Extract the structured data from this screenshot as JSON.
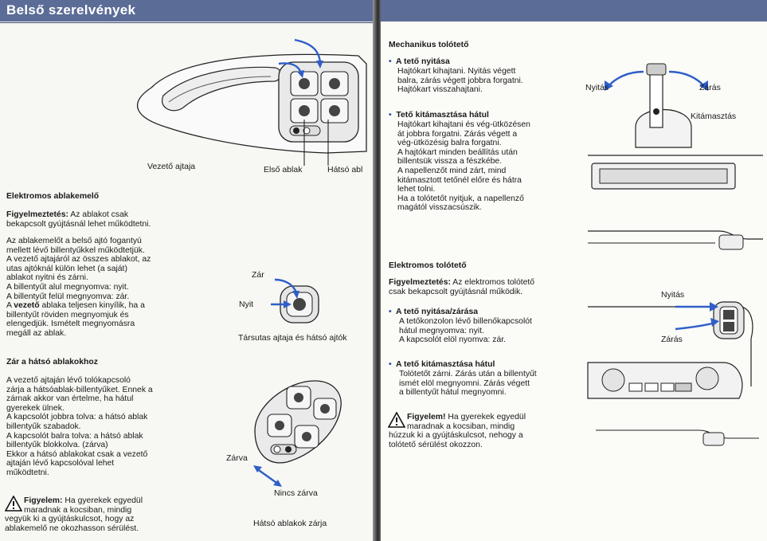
{
  "header": {
    "title": "Belső szerelvények"
  },
  "left": {
    "fig1": {
      "vezeto_ajtaja": "Vezető ajtaja",
      "elso_ablak": "Első ablak",
      "hatso_abl": "Hátsó abl"
    },
    "s1": {
      "heading": "Elektromos ablakemelő",
      "warn_label": "Figyelmeztetés:",
      "warn_rest": " Az ablakot csak",
      "warn_line2": "bekapcsolt gyújtásnál lehet működtetni."
    },
    "p1": [
      "Az ablakemelőt a belső ajtó fogantyú",
      "mellett lévő billentyűkkel működtetjük.",
      "A vezető ajtajáról az összes ablakot, az",
      "utas ajtóknál külön lehet (a saját)",
      "ablakot nyitni és zárni.",
      "A billentyűt alul megnyomva: nyit.",
      "A billentyűt felül megnyomva: zár."
    ],
    "p1_bold_line": {
      "pre": "A ",
      "bold": "vezető",
      "post": " ablaka teljesen kinyílik, ha a"
    },
    "p1b": [
      "billentyűt röviden megnyomjuk és",
      "elengedjük. Ismételt megnyomásra",
      "megáll az ablak."
    ],
    "s2": {
      "heading": "Zár a hátsó ablakokhoz"
    },
    "p2": [
      "A vezető ajtaján lévő tolókapcsoló",
      "zárja a hátsóablak-billentyűket. Ennek a",
      "zárnak akkor van értelme, ha hátul",
      "gyerekek ülnek.",
      "A kapcsolót jobbra tolva: a hátsó ablak",
      "billentyűk szabadok.",
      "A kapcsolót balra tolva: a hátsó ablak",
      "billentyűk blokkolva. (zárva)",
      "Ekkor a hátsó ablakokat csak a vezető",
      "ajtaján lévő kapcsolóval lehet",
      "működtetni."
    ],
    "warn2": {
      "label": "Figyelem:",
      "l1": " Ha gyerekek egyedül",
      "l2": "maradnak a kocsiban, mindig",
      "l3": "vegyük ki a gyújtáskulcsot, hogy az",
      "l4": "ablakemelő ne okozhasson sérülést."
    },
    "fig2": {
      "zar": "Zár",
      "nyit": "Nyit",
      "caption": "Társutas ajtaja és hátsó ajtók"
    },
    "fig3": {
      "zarva": "Zárva",
      "nincs_zarva": "Nincs zárva",
      "caption": "Hátsó ablakok zárja"
    }
  },
  "right": {
    "s1": {
      "heading": "Mechanikus tolótető"
    },
    "b1": {
      "title": "A tető nyitása",
      "lines": [
        "Hajtókart kihajtani. Nyitás végett",
        "balra, zárás végett jobbra forgatni.",
        "Hajtókart visszahajtani."
      ]
    },
    "b2": {
      "title": "Tető kitámasztása hátul",
      "lines": [
        "Hajtókart kihajtani és vég-ütközésen",
        "át jobbra forgatni. Zárás végett a",
        "vég-ütközésig balra forgatni.",
        "A hajtókart minden beállítás után",
        "billentsük vissza a fészkébe.",
        "A napellenzőt mind zárt, mind",
        "kitámasztott tetőnél előre és hátra",
        "lehet tolni.",
        "Ha a tolótetőt nyitjuk, a napellenző",
        "magától visszacsúszik."
      ]
    },
    "s2": {
      "heading": "Elektromos tolótető",
      "warn_label": "Figyelmeztetés:",
      "warn_rest": " Az elektromos tolótető",
      "warn_line2": "csak bekapcsolt gyújtásnál működik."
    },
    "b3": {
      "title": "A tető nyitása/zárása",
      "lines": [
        "A tetőkonzolon lévő billenőkapcsolót",
        "hátul megnyomva: nyit.",
        "A kapcsolót elöl nyomva: zár."
      ]
    },
    "b4": {
      "title": "A tető kitámasztása hátul",
      "lines": [
        "Tolótetőt zárni. Zárás után a billentyűt",
        "ismét elöl megnyomni. Zárás végett",
        "a billentyűt hátul megnyomni."
      ]
    },
    "warn": {
      "label": "Figyelem!",
      "l1": " Ha gyerekek egyedül",
      "l2": "maradnak a kocsiban, mindig",
      "l3": "húzzuk ki a gyújtáskulcsot, nehogy a",
      "l4": "tolótető sérülést okozzon."
    },
    "fig1": {
      "nyitas": "Nyitás",
      "zaras": "Zárás",
      "kitamasztas": "Kitámasztás"
    },
    "fig2": {
      "nyitas": "Nyitás",
      "zaras": "Zárás"
    }
  },
  "colors": {
    "header": "#5b6c96",
    "arrow": "#2f5ec8",
    "bullet": "#2a4f9e"
  }
}
